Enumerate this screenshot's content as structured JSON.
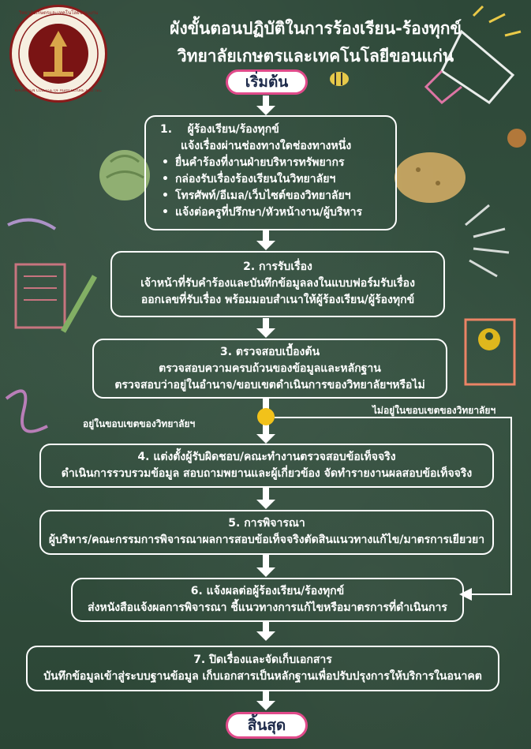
{
  "title": {
    "line1": "ผังขั้นตอนปฏิบัติในการร้องเรียน-ร้องทุกข์",
    "line2": "วิทยาลัยเกษตรและเทคโนโลยีขอนแก่น"
  },
  "logo": {
    "ring_text_top": "วิทยาลัยเกษตรและเทคโนโลยีขอนแก่น",
    "ring_text_bottom": "KHONKAEN COLLEGE OF AGRICULTURE AND TECHNOLOGY"
  },
  "start_label": "เริ่มต้น",
  "end_label": "สิ้นสุด",
  "steps": [
    {
      "number": "1.",
      "heading": "ผู้ร้องเรียน/ร้องทุกข์",
      "subheading": "แจ้งเรื่องผ่านช่องทางใดช่องทางหนึ่ง",
      "bullets": [
        "ยื่นคำร้องที่งานฝ่ายบริหารทรัพยากร",
        "กล่องรับเรื่องร้องเรียนในวิทยาลัยฯ",
        "โทรศัพท์/อีเมล/เว็บไซต์ของวิทยาลัยฯ",
        "แจ้งต่อครูที่ปรึกษา/หัวหน้างาน/ผู้บริหาร"
      ]
    },
    {
      "heading": "2. การรับเรื่อง",
      "lines": [
        "เจ้าหน้าที่รับคำร้องและบันทึกข้อมูลลงในแบบฟอร์มรับเรื่อง",
        "ออกเลขที่รับเรื่อง พร้อมมอบสำเนาให้ผู้ร้องเรียน/ผู้ร้องทุกข์"
      ]
    },
    {
      "heading": "3. ตรวจสอบเบื้องต้น",
      "lines": [
        "ตรวจสอบความครบถ้วนของข้อมูลและหลักฐาน",
        "ตรวจสอบว่าอยู่ในอำนาจ/ขอบเขตดำเนินการของวิทยาลัยฯหรือไม่"
      ]
    },
    {
      "heading": "4. แต่งตั้งผู้รับผิดชอบ/คณะทำงานตรวจสอบข้อเท็จจริง",
      "lines": [
        "ดำเนินการรวบรวมข้อมูล สอบถามพยานและผู้เกี่ยวข้อง จัดทำรายงานผลสอบข้อเท็จจริง"
      ]
    },
    {
      "heading": "5. การพิจารณา",
      "lines": [
        "ผู้บริหาร/คณะกรรมการพิจารณาผลการสอบข้อเท็จจริงตัดสินแนวทางแก้ไข/มาตรการเยียวยา"
      ]
    },
    {
      "heading": "6. แจ้งผลต่อผู้ร้องเรียน/ร้องทุกข์",
      "lines": [
        "ส่งหนังสือแจ้งผลการพิจารณา ชี้แนวทางการแก้ไขหรือมาตรการที่ดำเนินการ"
      ]
    },
    {
      "heading": "7. ปิดเรื่องและจัดเก็บเอกสาร",
      "lines": [
        "บันทึกข้อมูลเข้าสู่ระบบฐานข้อมูล เก็บเอกสารเป็นหลักฐานเพื่อปรับปรุงการให้บริการในอนาคต"
      ]
    }
  ],
  "branch": {
    "in_scope": "อยู่ในขอบเขตของวิทยาลัยฯ",
    "out_scope": "ไม่อยู่ในขอบเขตของวิทยาลัยฯ"
  },
  "colors": {
    "board": "#2f4a3a",
    "pill_border": "#e04a8a",
    "decision_dot": "#f2c21a",
    "seal_red": "#8a1a1a"
  }
}
